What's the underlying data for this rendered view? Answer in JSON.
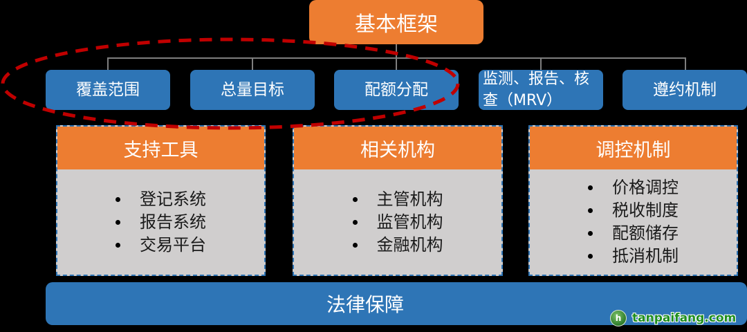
{
  "root": {
    "label": "基本框架"
  },
  "categories": [
    {
      "label": "覆盖范围"
    },
    {
      "label": "总量目标"
    },
    {
      "label": "配额分配"
    },
    {
      "label": "监测、报告、核查（MRV）"
    },
    {
      "label": "遵约机制"
    }
  ],
  "panels": [
    {
      "title": "支持工具",
      "items": [
        "登记系统",
        "报告系统",
        "交易平台"
      ]
    },
    {
      "title": "相关机构",
      "items": [
        "主管机构",
        "监管机构",
        "金融机构"
      ]
    },
    {
      "title": "调控机制",
      "items": [
        "价格调控",
        "税收制度",
        "配额储存",
        "抵消机制"
      ]
    }
  ],
  "base": {
    "label": "法律保障"
  },
  "highlight": {
    "note": "dashed red ellipse around 覆盖范围, 总量目标, 配额分配",
    "color": "#C00000"
  },
  "watermark": {
    "logo": "h",
    "text": "tanpaifang.com"
  },
  "colors": {
    "orange": "#ED7D31",
    "blue": "#2E75B6",
    "gray": "#D0CECE",
    "red": "#C00000"
  }
}
